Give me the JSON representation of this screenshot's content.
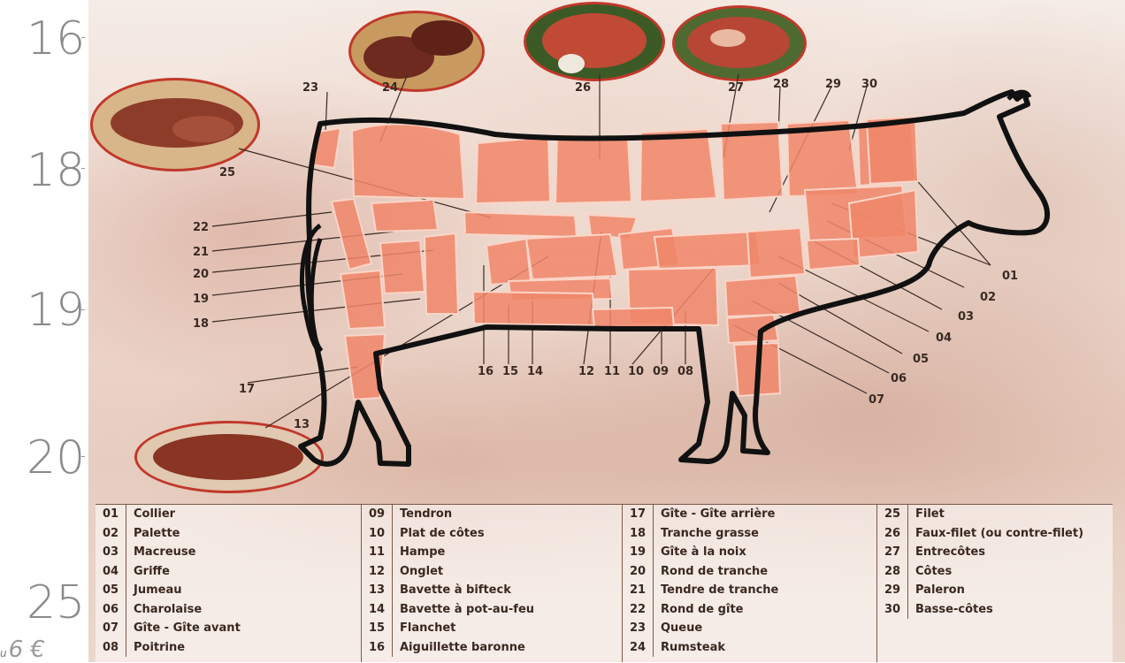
{
  "ruler": {
    "marks": [
      "16",
      "18",
      "19",
      "20",
      "25"
    ]
  },
  "price": {
    "prefix": "u",
    "value": "6 €"
  },
  "diagram": {
    "outline_color": "#111111",
    "cut_color": "#f0866a",
    "callout_border_color": "#c0392b",
    "numbers": [
      "01",
      "02",
      "03",
      "04",
      "05",
      "06",
      "07",
      "08",
      "09",
      "10",
      "11",
      "12",
      "13",
      "14",
      "15",
      "16",
      "17",
      "18",
      "19",
      "20",
      "21",
      "22",
      "23",
      "24",
      "25",
      "26",
      "27",
      "28",
      "29",
      "30"
    ]
  },
  "legend": {
    "columns": [
      [
        {
          "code": "01",
          "name": "Collier"
        },
        {
          "code": "02",
          "name": "Palette"
        },
        {
          "code": "03",
          "name": "Macreuse"
        },
        {
          "code": "04",
          "name": "Griffe"
        },
        {
          "code": "05",
          "name": "Jumeau"
        },
        {
          "code": "06",
          "name": "Charolaise"
        },
        {
          "code": "07",
          "name": "Gîte - Gîte avant"
        },
        {
          "code": "08",
          "name": "Poitrine"
        }
      ],
      [
        {
          "code": "09",
          "name": "Tendron"
        },
        {
          "code": "10",
          "name": "Plat de côtes"
        },
        {
          "code": "11",
          "name": "Hampe"
        },
        {
          "code": "12",
          "name": "Onglet"
        },
        {
          "code": "13",
          "name": "Bavette à bifteck"
        },
        {
          "code": "14",
          "name": "Bavette à pot-au-feu"
        },
        {
          "code": "15",
          "name": "Flanchet"
        },
        {
          "code": "16",
          "name": "Aiguillette baronne"
        }
      ],
      [
        {
          "code": "17",
          "name": "Gîte - Gîte arrière"
        },
        {
          "code": "18",
          "name": "Tranche grasse"
        },
        {
          "code": "19",
          "name": "Gîte à la noix"
        },
        {
          "code": "20",
          "name": "Rond de tranche"
        },
        {
          "code": "21",
          "name": "Tendre de tranche"
        },
        {
          "code": "22",
          "name": "Rond de gîte"
        },
        {
          "code": "23",
          "name": "Queue"
        },
        {
          "code": "24",
          "name": "Rumsteak"
        }
      ],
      [
        {
          "code": "25",
          "name": "Filet"
        },
        {
          "code": "26",
          "name": "Faux-filet (ou contre-filet)"
        },
        {
          "code": "27",
          "name": "Entrecôtes"
        },
        {
          "code": "28",
          "name": "Côtes"
        },
        {
          "code": "29",
          "name": "Paleron"
        },
        {
          "code": "30",
          "name": "Basse-côtes"
        }
      ]
    ]
  }
}
